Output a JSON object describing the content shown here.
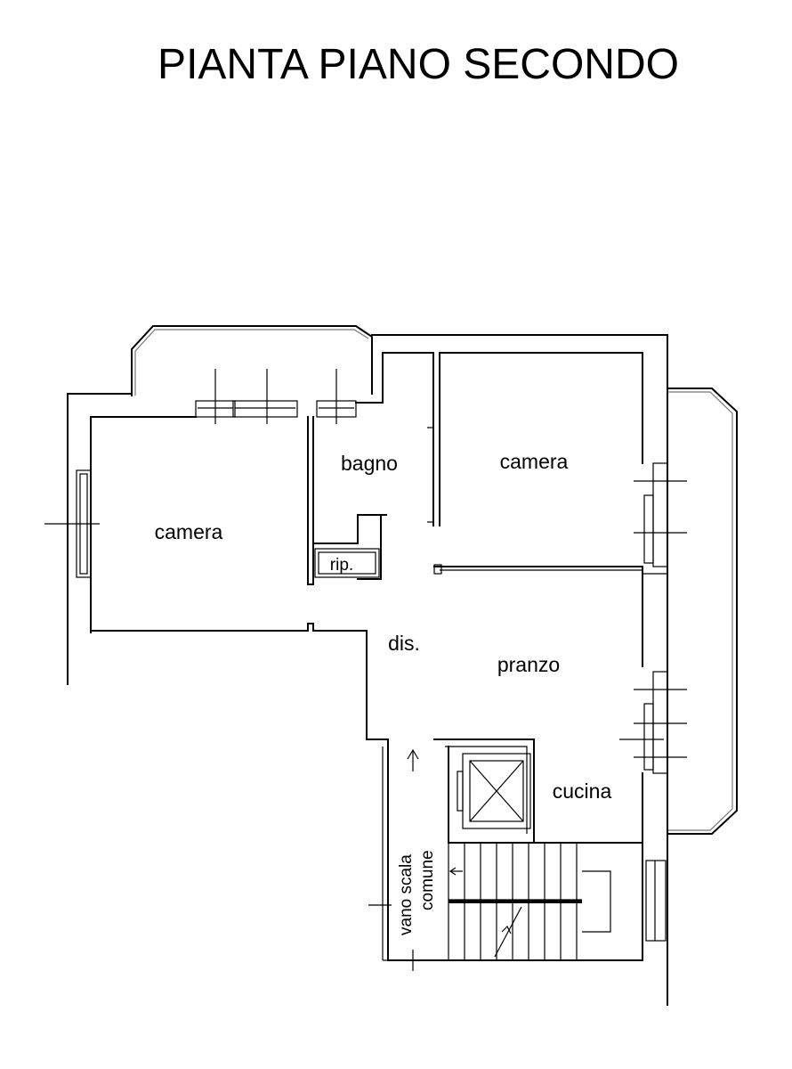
{
  "title": "PIANTA PIANO SECONDO",
  "rooms": {
    "camera_left": "camera",
    "bagno": "bagno",
    "camera_right": "camera",
    "rip": "rip.",
    "dis": "dis.",
    "pranzo": "pranzo",
    "cucina": "cucina",
    "vano_scala_line1": "vano scala",
    "vano_scala_line2": "comune"
  },
  "colors": {
    "ink": "#000000",
    "background": "#ffffff"
  }
}
